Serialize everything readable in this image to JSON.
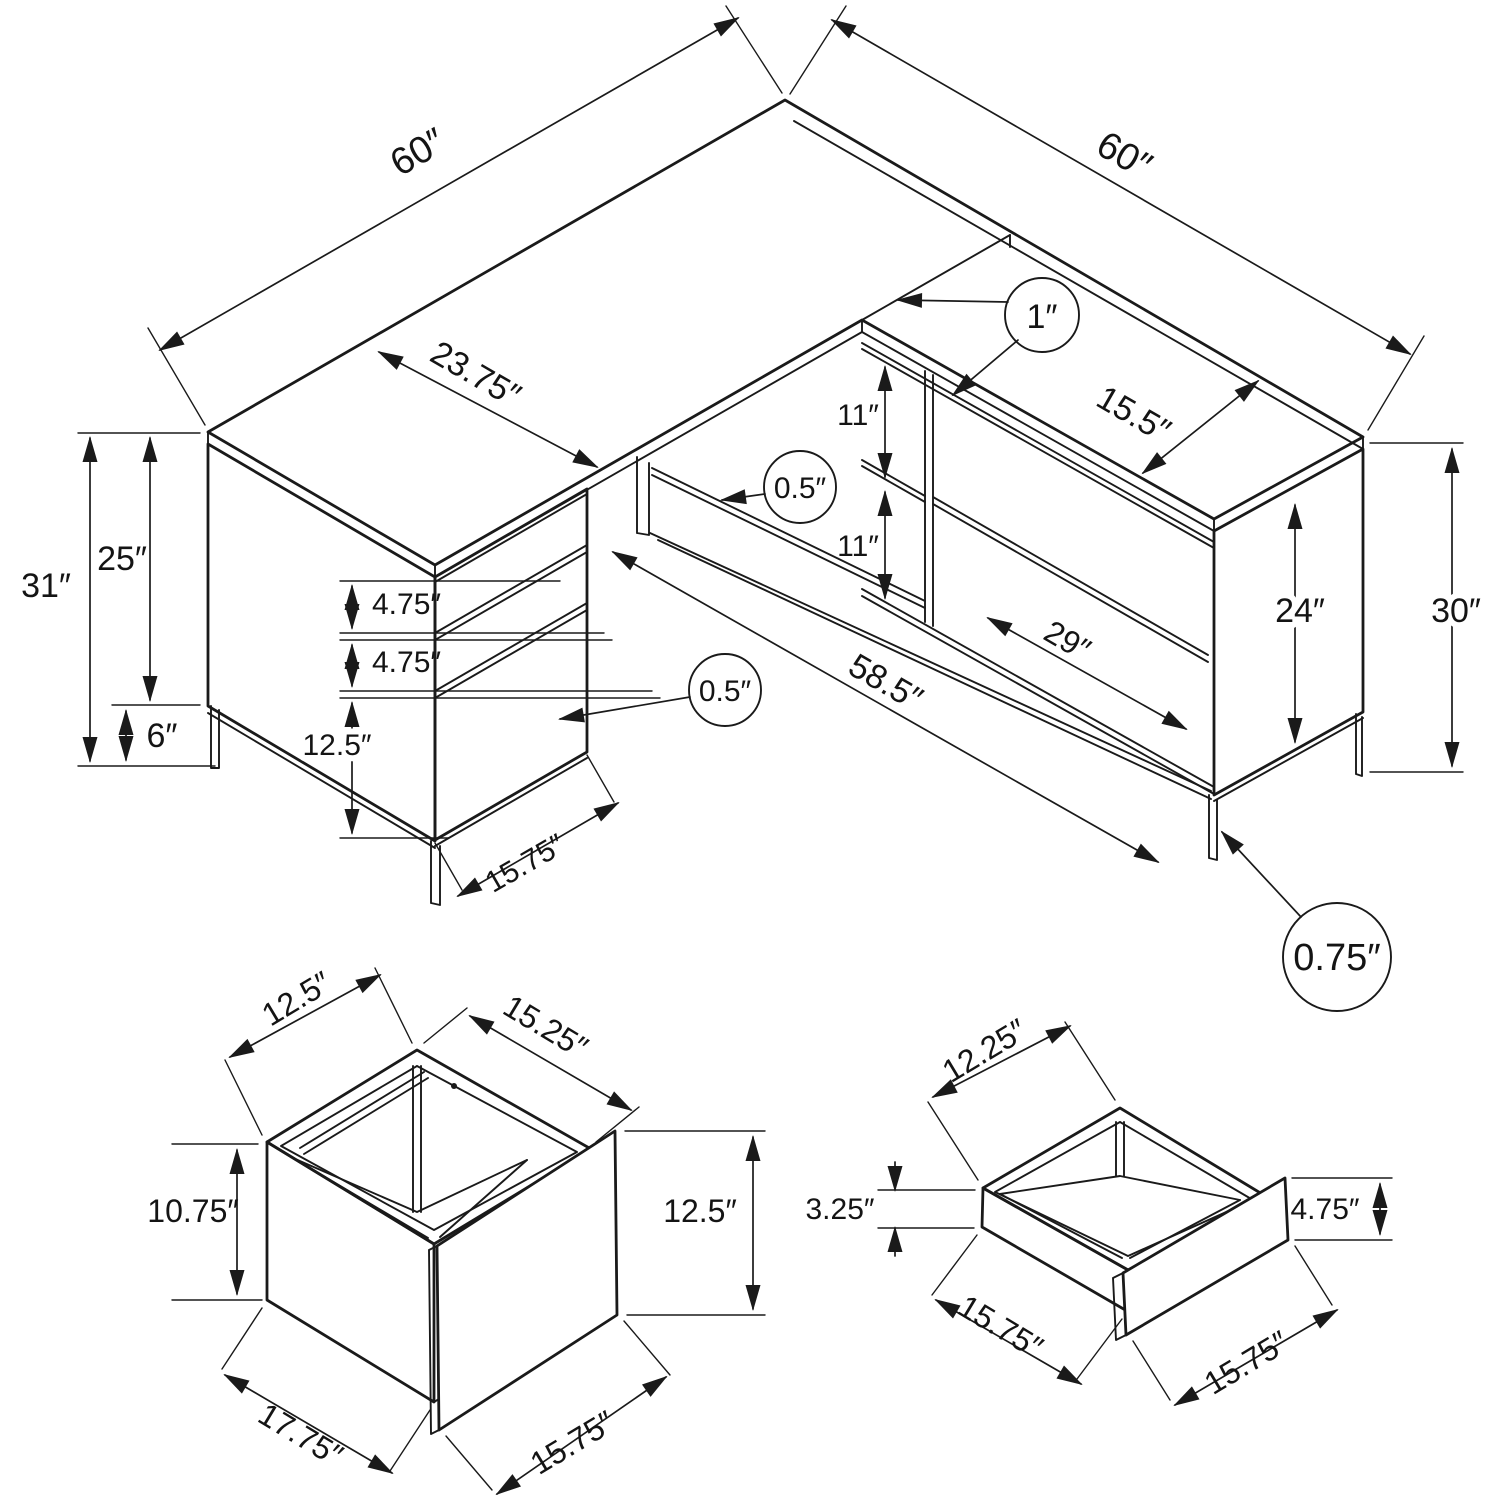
{
  "main": {
    "width_left": "60″",
    "width_right": "60″",
    "depth_left": "23.75″",
    "depth_right": "15.5″",
    "top_thickness": "1″",
    "shelf_thickness": "0.5″",
    "drawer_front_thickness": "0.5″",
    "leg_thickness": "0.75″",
    "height_total": "31″",
    "height_panel": "25″",
    "height_clearance": "6″",
    "drawer_top_height": "4.75″",
    "drawer_mid_height": "4.75″",
    "drawer_file_height": "12.5″",
    "pedestal_width": "15.75″",
    "opening_upper": "11″",
    "opening_lower": "11″",
    "interior_span": "58.5″",
    "shelf_length": "29″",
    "interior_height": "24″",
    "unit_height": "30″"
  },
  "box": {
    "top_edge": "12.5″",
    "top_right_edge": "15.25″",
    "side_height": "10.75″",
    "front_height": "12.5″",
    "bottom_edge": "17.75″",
    "front_width": "15.75″"
  },
  "drawer": {
    "top_edge": "12.25″",
    "side_height": "3.25″",
    "front_height": "4.75″",
    "bottom_left_edge": "15.75″",
    "front_width": "15.75″"
  }
}
